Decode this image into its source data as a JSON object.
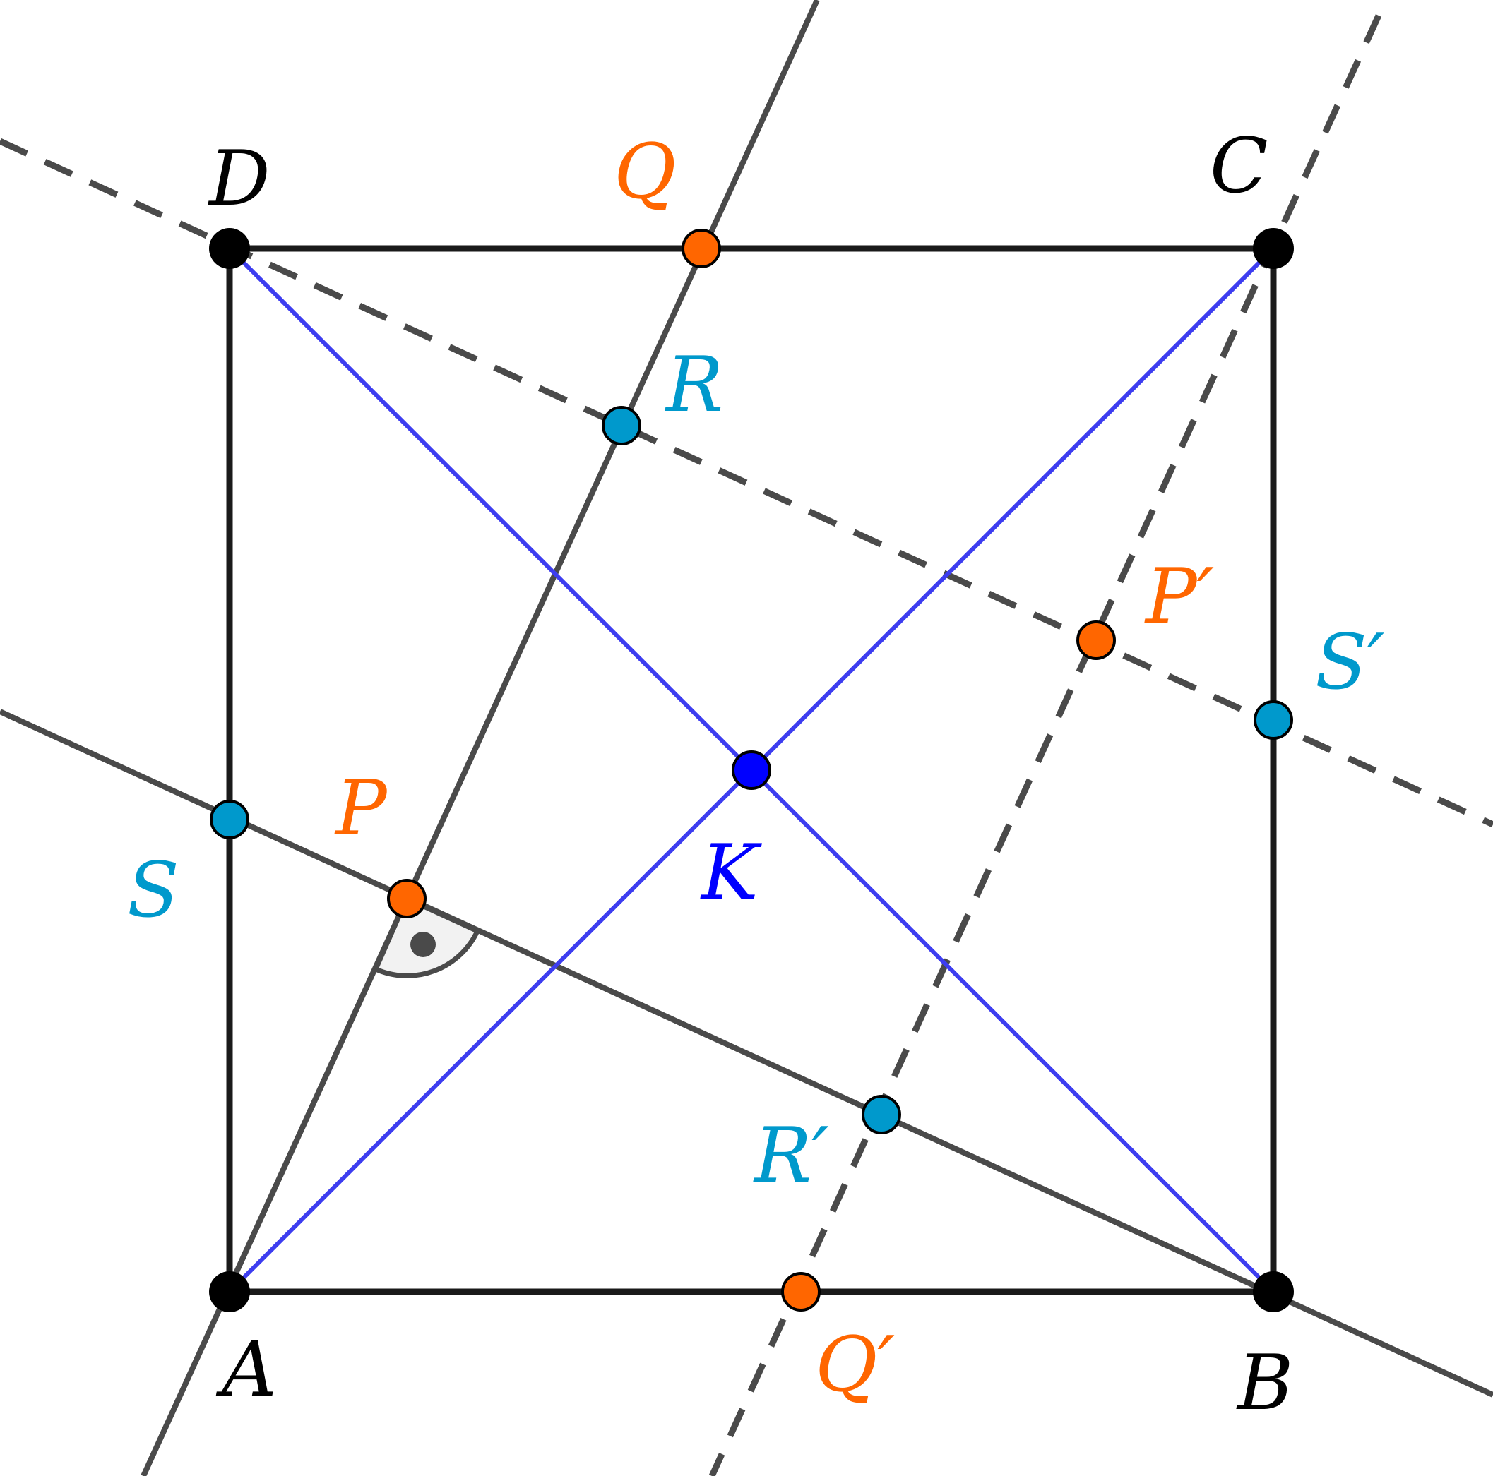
{
  "colors": {
    "black": "#111111",
    "gray": "#4a4a4a",
    "blue_line": "#3d3df0",
    "blue_point": "#0000ff",
    "orange": "#ff6600",
    "cyan": "#0099cc",
    "angle_fill": "#f2f2f2"
  },
  "labels": {
    "A": "A",
    "B": "B",
    "C": "C",
    "D": "D",
    "K": "K",
    "P": "P",
    "Q": "Q",
    "R": "R",
    "S": "S",
    "P_prime": "P′",
    "Q_prime": "Q′",
    "R_prime": "R′",
    "S_prime": "S′"
  }
}
